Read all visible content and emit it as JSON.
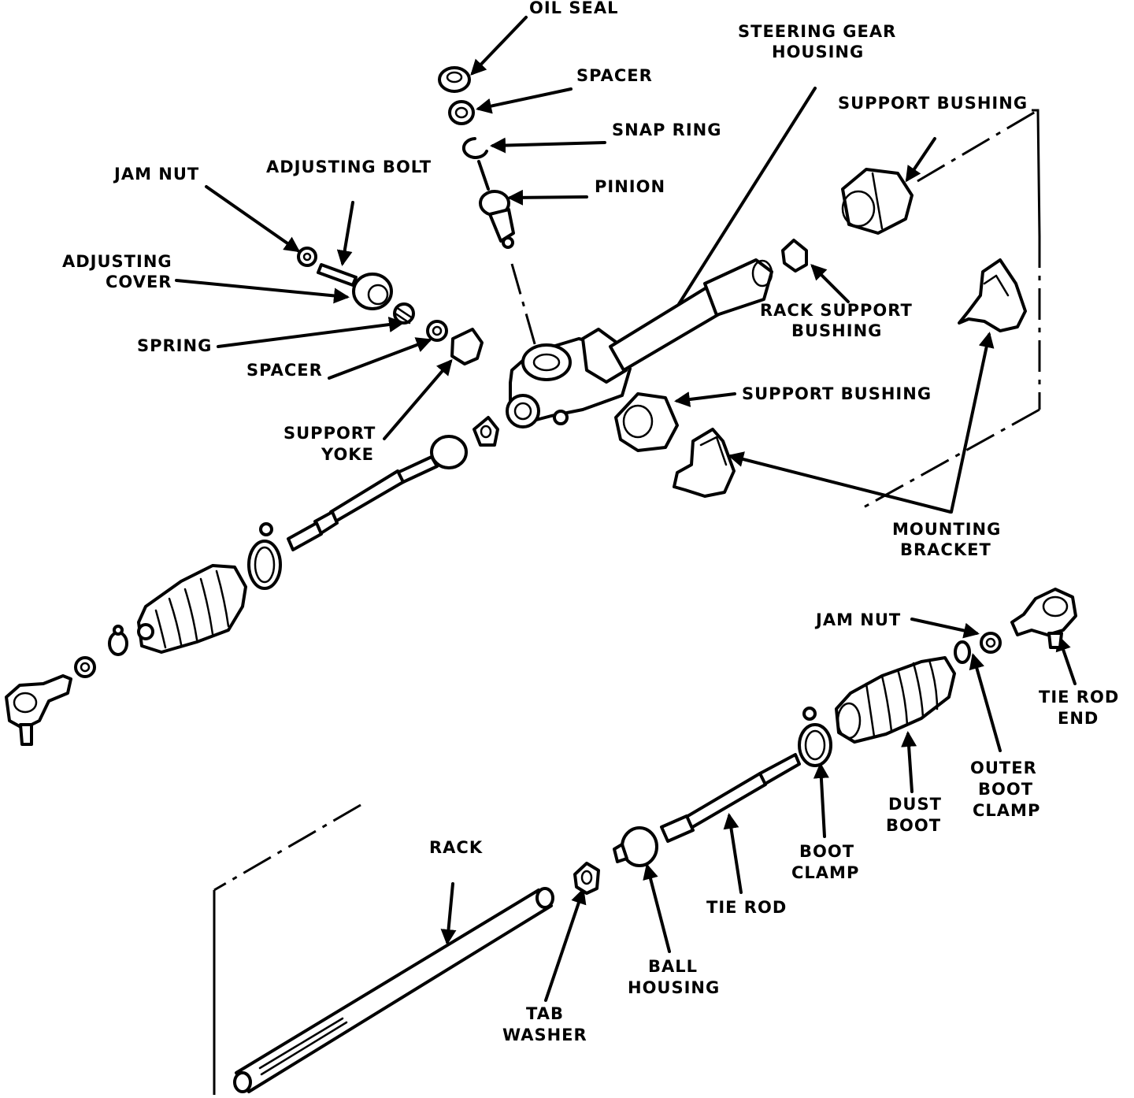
{
  "labels": {
    "oil_seal": "OIL SEAL",
    "spacer_top": "SPACER",
    "snap_ring": "SNAP RING",
    "pinion": "PINION",
    "steering_gear_housing_1": "STEERING GEAR",
    "steering_gear_housing_2": "HOUSING",
    "support_bushing_top": "SUPPORT BUSHING",
    "jam_nut_left": "JAM NUT",
    "adjusting_bolt": "ADJUSTING BOLT",
    "adjusting_cover_1": "ADJUSTING",
    "adjusting_cover_2": "COVER",
    "spring": "SPRING",
    "spacer_mid": "SPACER",
    "support_yoke_1": "SUPPORT",
    "support_yoke_2": "YOKE",
    "rack_support_bushing_1": "RACK SUPPORT",
    "rack_support_bushing_2": "BUSHING",
    "support_bushing_mid": "SUPPORT BUSHING",
    "mounting_bracket_1": "MOUNTING",
    "mounting_bracket_2": "BRACKET",
    "jam_nut_right": "JAM NUT",
    "tie_rod_end_1": "TIE ROD",
    "tie_rod_end_2": "END",
    "outer_boot_clamp_1": "OUTER",
    "outer_boot_clamp_2": "BOOT",
    "outer_boot_clamp_3": "CLAMP",
    "dust_boot_1": "DUST",
    "dust_boot_2": "BOOT",
    "boot_clamp_1": "BOOT",
    "boot_clamp_2": "CLAMP",
    "tie_rod": "TIE ROD",
    "rack": "RACK",
    "tab_washer_1": "TAB",
    "tab_washer_2": "WASHER",
    "ball_housing_1": "BALL",
    "ball_housing_2": "HOUSING"
  }
}
